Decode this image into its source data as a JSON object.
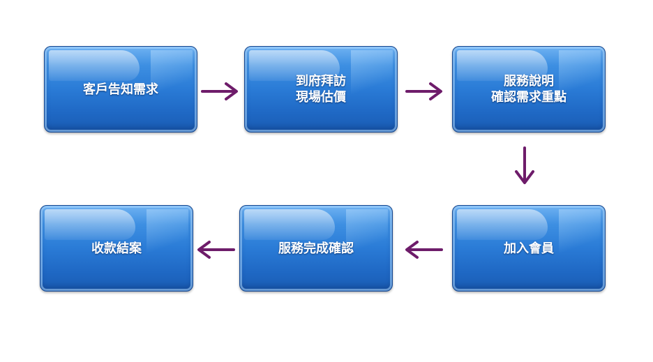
{
  "diagram": {
    "steps": [
      {
        "lines": [
          "客戶告知需求"
        ]
      },
      {
        "lines": [
          "到府拜訪",
          "現場估價"
        ]
      },
      {
        "lines": [
          "服務說明",
          "確認需求重點"
        ]
      },
      {
        "lines": [
          "加入會員"
        ]
      },
      {
        "lines": [
          "服務完成確認"
        ]
      },
      {
        "lines": [
          "收款結案"
        ]
      }
    ],
    "colors": {
      "box": "#2a7bd6",
      "arrow": "#6e1c6a",
      "text": "#ffffff"
    }
  }
}
